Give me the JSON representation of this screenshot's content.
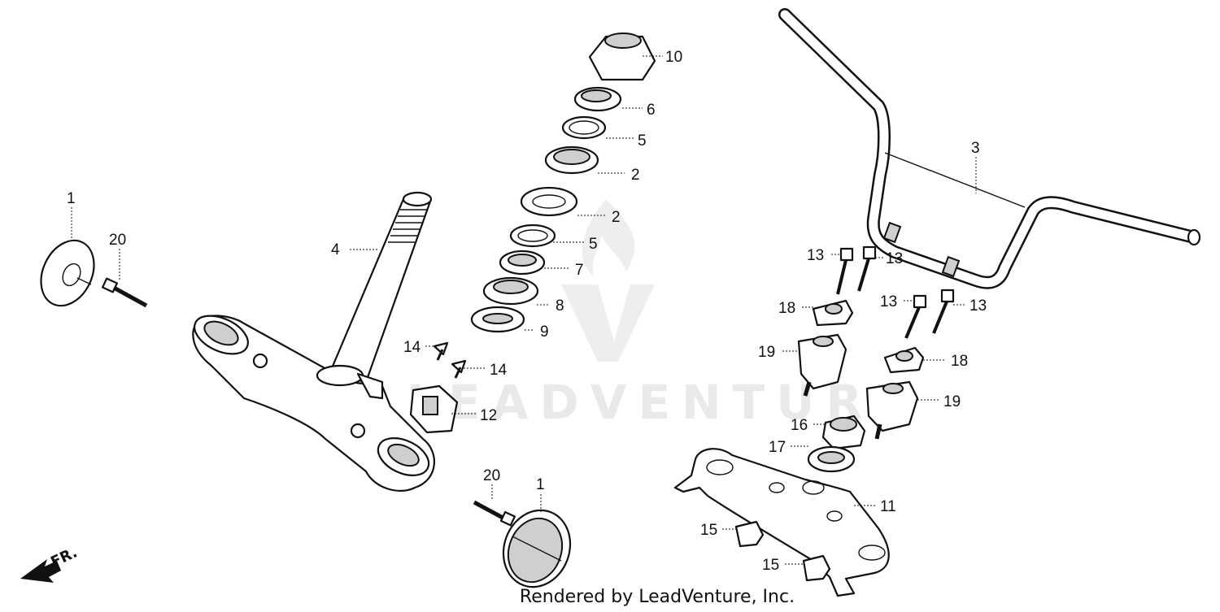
{
  "watermark": {
    "text": "LEADVENTURE"
  },
  "credit": {
    "text": "Rendered by LeadVenture, Inc."
  },
  "direction": {
    "label": "FR."
  },
  "callouts": {
    "c1a": "1",
    "c20a": "20",
    "c4": "4",
    "c10": "10",
    "c6": "6",
    "c5a": "5",
    "c2a": "2",
    "c2b": "2",
    "c5b": "5",
    "c7": "7",
    "c8": "8",
    "c9": "9",
    "c14a": "14",
    "c14b": "14",
    "c12": "12",
    "c20b": "20",
    "c1b": "1",
    "c3": "3",
    "c13a": "13",
    "c13b": "13",
    "c13c": "13",
    "c13d": "13",
    "c18a": "18",
    "c19a": "19",
    "c18b": "18",
    "c19b": "19",
    "c16": "16",
    "c17": "17",
    "c11": "11",
    "c15a": "15",
    "c15b": "15"
  }
}
